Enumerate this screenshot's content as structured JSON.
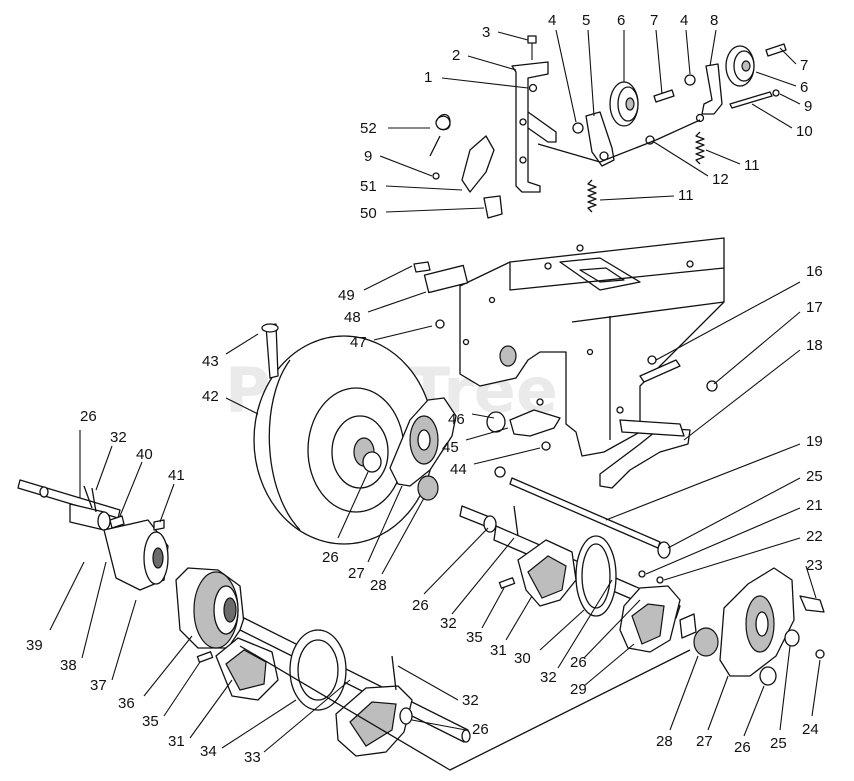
{
  "watermark": {
    "text": "PartsTree",
    "tm": "TM"
  },
  "callouts": [
    {
      "id": "c1",
      "label": "1"
    },
    {
      "id": "c2",
      "label": "2"
    },
    {
      "id": "c3",
      "label": "3"
    },
    {
      "id": "c4a",
      "label": "4"
    },
    {
      "id": "c5",
      "label": "5"
    },
    {
      "id": "c6a",
      "label": "6"
    },
    {
      "id": "c7a",
      "label": "7"
    },
    {
      "id": "c4b",
      "label": "4"
    },
    {
      "id": "c8",
      "label": "8"
    },
    {
      "id": "c7b",
      "label": "7"
    },
    {
      "id": "c6b",
      "label": "6"
    },
    {
      "id": "c9a",
      "label": "9"
    },
    {
      "id": "c10",
      "label": "10"
    },
    {
      "id": "c52",
      "label": "52"
    },
    {
      "id": "c9b",
      "label": "9"
    },
    {
      "id": "c51",
      "label": "51"
    },
    {
      "id": "c50",
      "label": "50"
    },
    {
      "id": "c11a",
      "label": "11"
    },
    {
      "id": "c12",
      "label": "12"
    },
    {
      "id": "c11b",
      "label": "11"
    },
    {
      "id": "c16",
      "label": "16"
    },
    {
      "id": "c17",
      "label": "17"
    },
    {
      "id": "c18",
      "label": "18"
    },
    {
      "id": "c49",
      "label": "49"
    },
    {
      "id": "c48",
      "label": "48"
    },
    {
      "id": "c47",
      "label": "47"
    },
    {
      "id": "c43",
      "label": "43"
    },
    {
      "id": "c42",
      "label": "42"
    },
    {
      "id": "c46",
      "label": "46"
    },
    {
      "id": "c45",
      "label": "45"
    },
    {
      "id": "c44",
      "label": "44"
    },
    {
      "id": "c19",
      "label": "19"
    },
    {
      "id": "c25a",
      "label": "25"
    },
    {
      "id": "c21",
      "label": "21"
    },
    {
      "id": "c22",
      "label": "22"
    },
    {
      "id": "c23",
      "label": "23"
    },
    {
      "id": "c26a",
      "label": "26"
    },
    {
      "id": "c32a",
      "label": "32"
    },
    {
      "id": "c40",
      "label": "40"
    },
    {
      "id": "c41",
      "label": "41"
    },
    {
      "id": "c26b",
      "label": "26"
    },
    {
      "id": "c27a",
      "label": "27"
    },
    {
      "id": "c28a",
      "label": "28"
    },
    {
      "id": "c26c",
      "label": "26"
    },
    {
      "id": "c32b",
      "label": "32"
    },
    {
      "id": "c35a",
      "label": "35"
    },
    {
      "id": "c31a",
      "label": "31"
    },
    {
      "id": "c30",
      "label": "30"
    },
    {
      "id": "c32c",
      "label": "32"
    },
    {
      "id": "c26d",
      "label": "26"
    },
    {
      "id": "c29",
      "label": "29"
    },
    {
      "id": "c39",
      "label": "39"
    },
    {
      "id": "c38",
      "label": "38"
    },
    {
      "id": "c37",
      "label": "37"
    },
    {
      "id": "c36",
      "label": "36"
    },
    {
      "id": "c35b",
      "label": "35"
    },
    {
      "id": "c31b",
      "label": "31"
    },
    {
      "id": "c34",
      "label": "34"
    },
    {
      "id": "c33",
      "label": "33"
    },
    {
      "id": "c32d",
      "label": "32"
    },
    {
      "id": "c26e",
      "label": "26"
    },
    {
      "id": "c28b",
      "label": "28"
    },
    {
      "id": "c27b",
      "label": "27"
    },
    {
      "id": "c26f",
      "label": "26"
    },
    {
      "id": "c25b",
      "label": "25"
    },
    {
      "id": "c24",
      "label": "24"
    }
  ]
}
